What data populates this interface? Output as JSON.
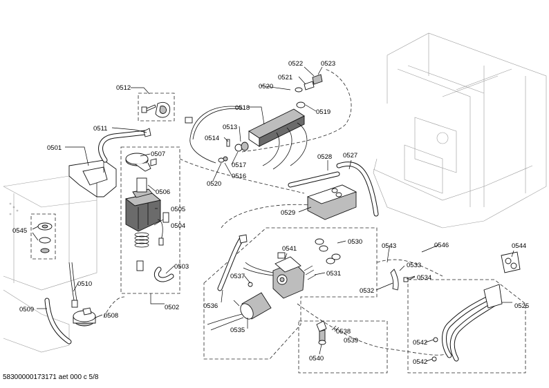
{
  "footer": {
    "doc_code": "58300000173171 aet 000 c 5/8"
  },
  "callouts": {
    "c0501": "0501",
    "c0502": "0502",
    "c0503": "0503",
    "c0504": "0504",
    "c0505": "0505",
    "c0506": "0506",
    "c0507": "0507",
    "c0508": "0508",
    "c0509": "0509",
    "c0510": "0510",
    "c0511": "0511",
    "c0512": "0512",
    "c0513": "0513",
    "c0514": "0514",
    "c0516": "0516",
    "c0517": "0517",
    "c0518": "0518",
    "c0519": "0519",
    "c0520a": "0520",
    "c0520b": "0520",
    "c0521": "0521",
    "c0522": "0522",
    "c0523": "0523",
    "c0525": "0525",
    "c0527": "0527",
    "c0528": "0528",
    "c0529": "0529",
    "c0530": "0530",
    "c0531": "0531",
    "c0532": "0532",
    "c0533": "0533",
    "c0534": "0534",
    "c0535": "0535",
    "c0536": "0536",
    "c0537": "0537",
    "c0538": "0538",
    "c0539": "0539",
    "c0540": "0540",
    "c0541": "0541",
    "c0542a": "0542",
    "c0542b": "0542",
    "c0543": "0543",
    "c0544": "0544",
    "c0545": "0545",
    "c0546": "0546"
  }
}
